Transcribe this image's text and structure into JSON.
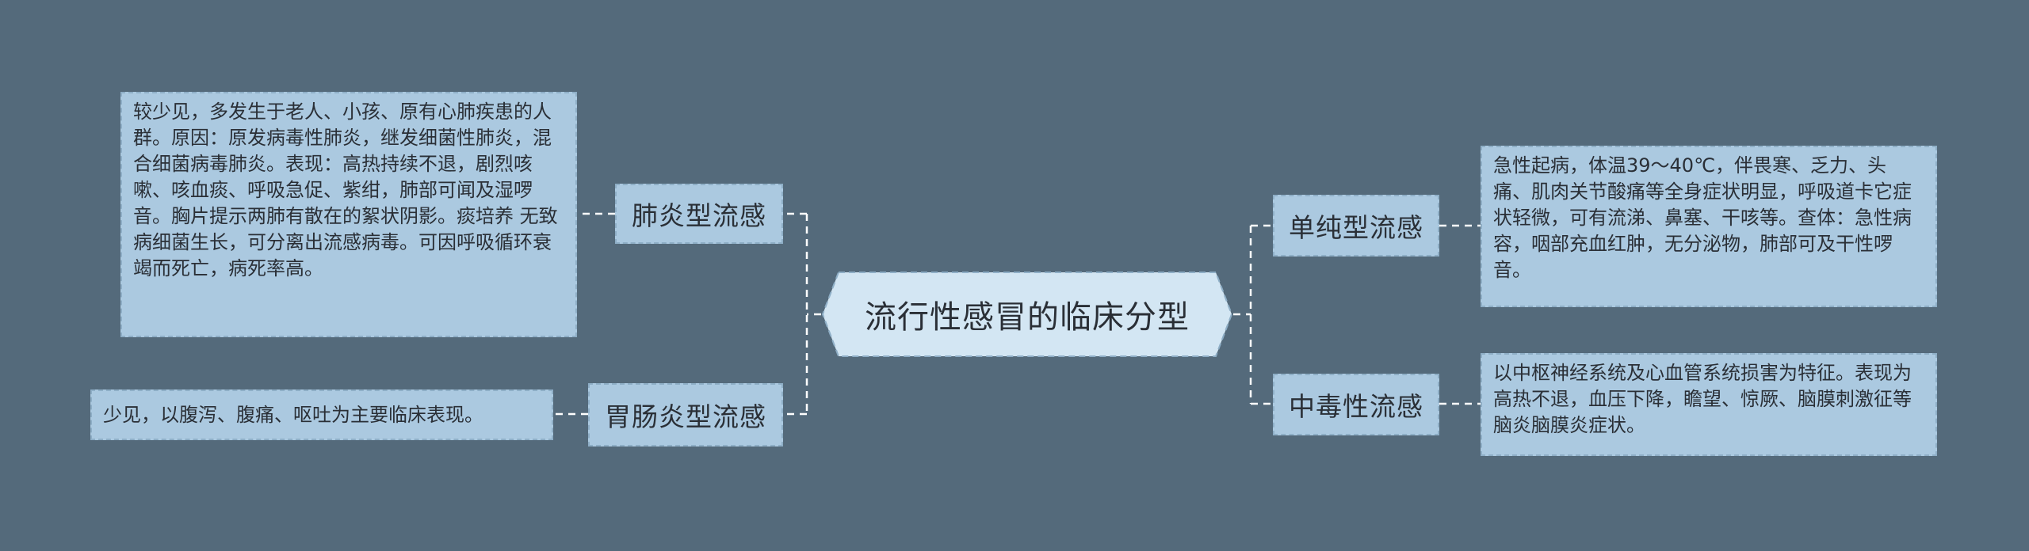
{
  "root": {
    "label": "流行性感冒的临床分型"
  },
  "branches": {
    "lung": {
      "label": "肺炎型流感",
      "detail": "较少见，多发生于老人、小孩、原有心肺疾患的人群。原因：原发病毒性肺炎，继发细菌性肺炎，混合细菌病毒肺炎。表现：高热持续不退，剧烈咳嗽、咳血痰、呼吸急促、紫绀，肺部可闻及湿啰音。胸片提示两肺有散在的絮状阴影。痰培养 无致病细菌生长，可分离出流感病毒。可因呼吸循环衰竭而死亡，病死率高。"
    },
    "gastro": {
      "label": "胃肠炎型流感",
      "detail": "少见，以腹泻、腹痛、呕吐为主要临床表现。"
    },
    "simple": {
      "label": "单纯型流感",
      "detail": "急性起病，体温39～40℃，伴畏寒、乏力、头痛、肌肉关节酸痛等全身症状明显，呼吸道卡它症状轻微，可有流涕、鼻塞、干咳等。查体：急性病容，咽部充血红肿，无分泌物，肺部可及干性啰音。"
    },
    "toxic": {
      "label": "中毒性流感",
      "detail": "以中枢神经系统及心血管系统损害为特征。表现为高热不退，血压下降，瞻望、惊厥、脑膜刺激征等脑炎脑膜炎症状。"
    }
  },
  "colors": {
    "background": "#546a7b",
    "node_fill": "#abc9e0",
    "node_border": "#8eaec6",
    "root_fill": "#d3e6f3",
    "connector": "#ffffff",
    "text": "#2a2f36"
  }
}
